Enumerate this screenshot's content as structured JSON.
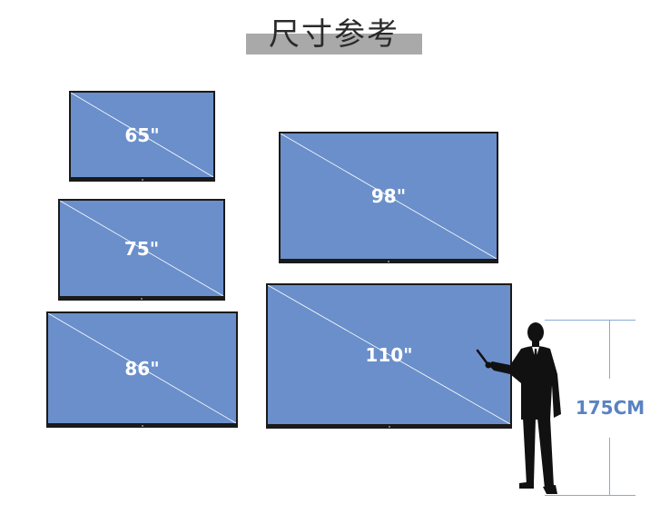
{
  "title": "尺寸参考",
  "tvs": [
    {
      "label": "65\""
    },
    {
      "label": "75\""
    },
    {
      "label": "86\""
    },
    {
      "label": "98\""
    },
    {
      "label": "110\""
    }
  ],
  "height_label": "175CM",
  "colors": {
    "screen": "#6a8fcb",
    "frame": "#1a1a1a",
    "measure_line": "#8aa8d8",
    "height_text": "#5a82c2",
    "title_bar": "#a9a9a9"
  },
  "icons": [
    "presenter-silhouette-icon"
  ]
}
